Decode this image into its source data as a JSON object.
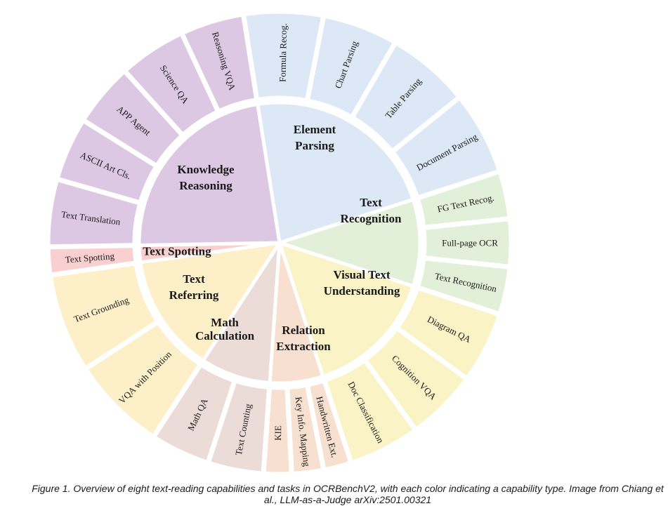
{
  "caption": "Figure 1.  Overview of eight text-reading capabilities and tasks in OCRBenchV2, with each color indicating a capability type. Image from Chiang et al., LLM-as-a-Judge arXiv:2501.00321",
  "categories": [
    {
      "label": [
        "Element",
        "Parsing"
      ],
      "color": "#dde8f6",
      "tasks": [
        {
          "label": "Formula Recog."
        },
        {
          "label": "Chart Parsing"
        },
        {
          "label": "Table Parsing"
        },
        {
          "label": "Document Parsing"
        }
      ]
    },
    {
      "label": [
        "Text",
        "Recognition"
      ],
      "color": "#e3f0d9",
      "tasks": [
        {
          "label": "FG Text Recog."
        },
        {
          "label": "Full-page OCR"
        },
        {
          "label": "Text Recognition"
        }
      ]
    },
    {
      "label": [
        "Visual Text",
        "Understanding"
      ],
      "color": "#f9f3c5",
      "tasks": [
        {
          "label": "Diagram QA"
        },
        {
          "label": "Cognition VQA"
        },
        {
          "label": "Doc Classification"
        }
      ]
    },
    {
      "label": [
        "Relation",
        "Extraction"
      ],
      "color": "#f8e0d0",
      "tasks": [
        {
          "label": "Handwritten Ext."
        },
        {
          "label": "Key Info. Mapping"
        },
        {
          "label": "KIE"
        }
      ]
    },
    {
      "label": [
        "Math",
        "Calculation"
      ],
      "color": "#ecdcd8",
      "tasks": [
        {
          "label": "Text Counting"
        },
        {
          "label": "Math QA"
        }
      ]
    },
    {
      "label": [
        "Text",
        "Referring"
      ],
      "color": "#fdf0c8",
      "tasks": [
        {
          "label": "VQA with Position"
        },
        {
          "label": "Text Grounding"
        }
      ]
    },
    {
      "label": [
        "Text Spotting"
      ],
      "color": "#f9cfd0",
      "tasks": [
        {
          "label": "Text Spotting"
        }
      ]
    },
    {
      "label": [
        "Knowledge",
        "Reasoning"
      ],
      "color": "#dcc8e2",
      "tasks": [
        {
          "label": "Text Translation"
        },
        {
          "label": "ASCII Art Cls."
        },
        {
          "label": "APP Agent"
        },
        {
          "label": "Science QA"
        },
        {
          "label": "Reasoning VQA"
        }
      ]
    }
  ]
}
